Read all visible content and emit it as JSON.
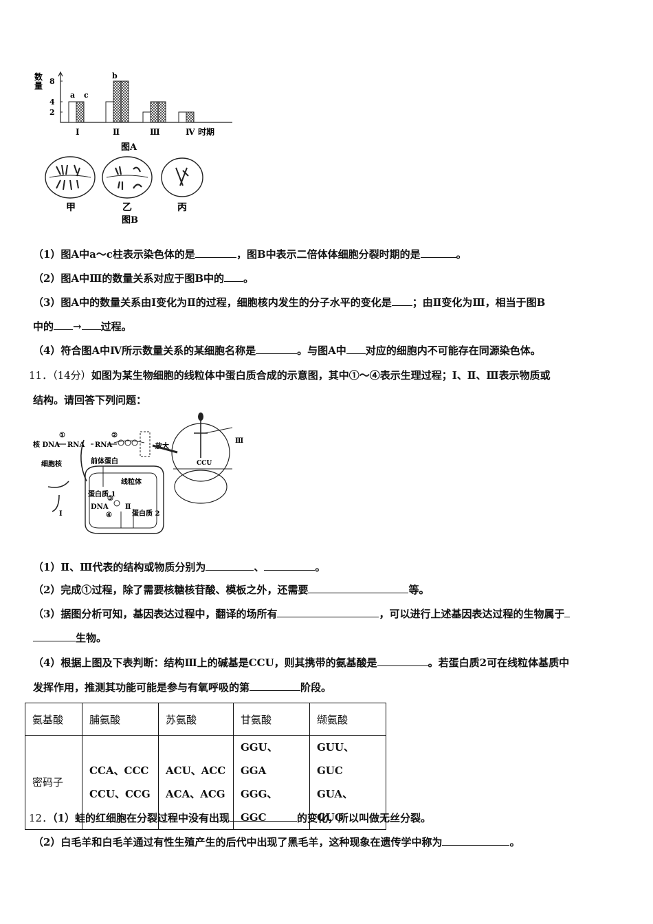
{
  "figA": {
    "ylabel": "数量",
    "yticks": [
      "8",
      "4",
      "2"
    ],
    "xlabel": "时期",
    "categories": [
      "Ⅰ",
      "Ⅱ",
      "Ⅲ",
      "Ⅳ"
    ],
    "bar_labels": [
      "a",
      "c",
      "b"
    ],
    "caption": "图A"
  },
  "chart_data": {
    "type": "bar",
    "categories": [
      "Ⅰ",
      "Ⅱ",
      "Ⅲ",
      "Ⅳ"
    ],
    "series": [
      {
        "name": "a",
        "values": [
          4,
          4,
          2,
          2
        ]
      },
      {
        "name": "b",
        "values": [
          0,
          8,
          4,
          0
        ]
      },
      {
        "name": "c",
        "values": [
          4,
          8,
          4,
          2
        ]
      }
    ],
    "ylabel": "数量",
    "xlabel": "时期",
    "ylim": [
      0,
      8
    ]
  },
  "figB": {
    "cells": [
      "甲",
      "乙",
      "丙"
    ],
    "caption": "图B"
  },
  "q10": {
    "p1": [
      "（1）图A中a～c柱表示染色体的是",
      "，图B中表示二倍体体细胞分裂时期的是",
      "。"
    ],
    "p2": [
      "（2）图A中Ⅲ的数量关系对应于图B中的",
      "。"
    ],
    "p3a": [
      "（3）图A中的数量关系由Ⅰ变化为Ⅱ的过程，细胞核内发生的分子水平的变化是",
      "；由Ⅱ变化为Ⅲ，相当于图B"
    ],
    "p3b": [
      "中的",
      "→",
      "过程。"
    ],
    "p4": [
      "（4）符合图A中Ⅳ所示数量关系的某细胞名称是",
      "。与图A中",
      "对应的细胞内不可能存在同源染色体。"
    ]
  },
  "q11": {
    "num": "11．",
    "score": "（14分）",
    "stem1": "如图为某生物细胞的线粒体中蛋白质合成的示意图，其中①～④表示生理过程；Ⅰ、Ⅱ、Ⅲ表示物质或",
    "stem2": "结构。请回答下列问题：",
    "diagram": {
      "dna1": "核 DNA",
      "arrow1": "①",
      "rna1": "RNA",
      "rna2": "RNA",
      "arrow2": "②",
      "enlarge": "放大",
      "nucleus": "细胞核",
      "precursor": "前体蛋白",
      "mito": "线粒体",
      "protein1": "蛋白质 1",
      "dna2": "DNA",
      "step3": "③",
      "step4": "④",
      "label2": "Ⅱ",
      "protein2": "蛋白质 2",
      "label1": "Ⅰ",
      "label3": "Ⅲ",
      "codon": "CCU"
    },
    "p1": [
      "（1）Ⅱ、Ⅲ代表的结构或物质分别为",
      "、",
      "。"
    ],
    "p2": [
      "（2）完成①过程，除了需要核糖核苷酸、模板之外，还需要",
      "等。"
    ],
    "p3a": [
      "（3）据图分析可知，基因表达过程中，翻译的场所有",
      "，可以进行上述基因表达过程的生物属于"
    ],
    "p3b": [
      "生物。"
    ],
    "p4a": [
      "（4）根据上图及下表判断：结构Ⅲ上的碱基是CCU，则其携带的氨基酸是",
      "。若蛋白质2可在线粒体基质中"
    ],
    "p4b": [
      "发挥作用，推测其功能可能是参与有氧呼吸的第",
      "阶段。"
    ]
  },
  "table": {
    "header": [
      "氨基酸",
      "脯氨酸",
      "苏氨酸",
      "甘氨酸",
      "缬氨酸"
    ],
    "row_label": "密码子",
    "codons": [
      [
        "CCA、CCC",
        "CCU、CCG"
      ],
      [
        "ACU、ACC",
        "ACA、ACG"
      ],
      [
        "GGU、GGA",
        "GGG、GGC"
      ],
      [
        "GUU、GUC",
        "GUA、GUG"
      ]
    ]
  },
  "q12": {
    "num": "12．",
    "p1": [
      "（1）蛙的红细胞在分裂过程中没有出现",
      "的变化，所以叫做无丝分裂。"
    ],
    "p2": [
      "（2）白毛羊和白毛羊通过有性生殖产生的后代中出现了黑毛羊，这种现象在遗传学中称为",
      "。"
    ]
  }
}
